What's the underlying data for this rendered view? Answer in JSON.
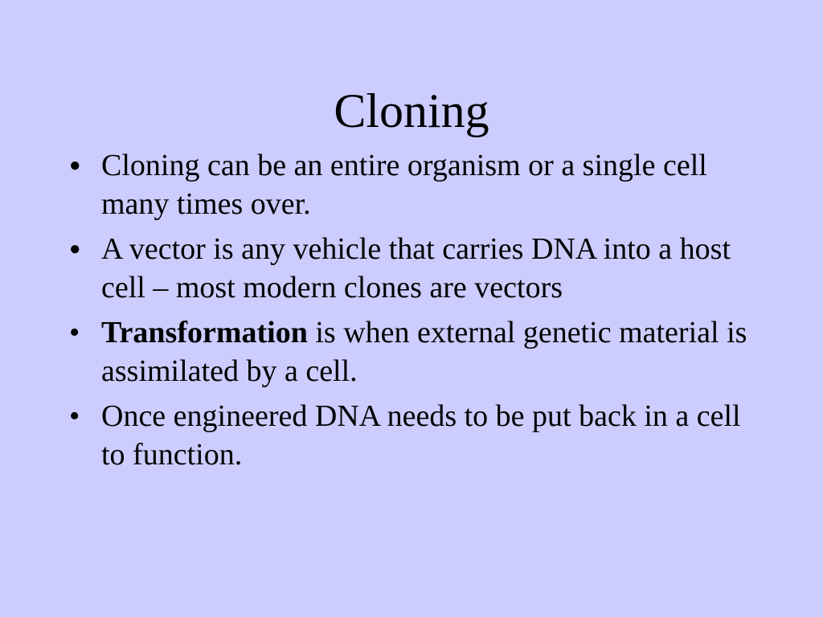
{
  "slide": {
    "title": "Cloning",
    "bullets": [
      {
        "marker": "●",
        "text": "Cloning can be an entire organism or a single cell many times over."
      },
      {
        "marker": "●",
        "text": "A vector is any vehicle that carries DNA into a host cell – most modern clones are vectors"
      },
      {
        "marker": "•",
        "bold_text": "Transformation",
        "text": " is when external genetic material is assimilated by a cell."
      },
      {
        "marker": "•",
        "text": "Once engineered DNA needs to be put back in a cell to function."
      }
    ]
  },
  "colors": {
    "background": "#ccccff",
    "text": "#000000"
  }
}
